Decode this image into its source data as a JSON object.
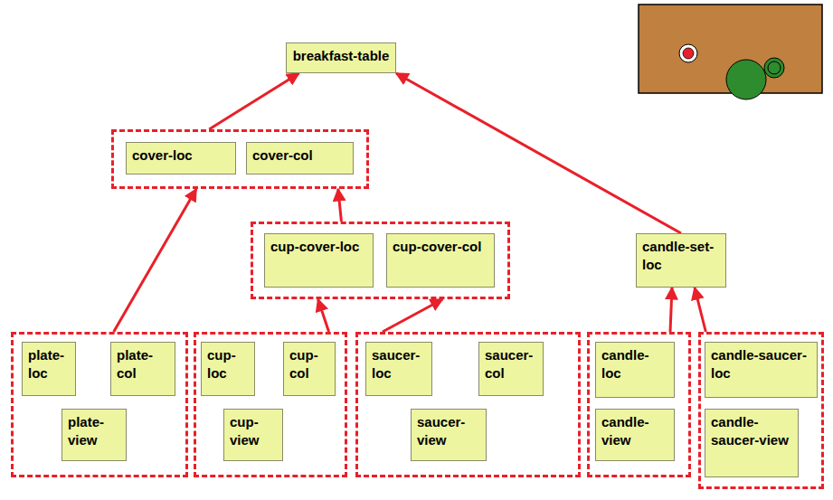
{
  "diagram": {
    "nodes": [
      {
        "text": [
          "breakfast-table"
        ]
      },
      {
        "text": []
      },
      {
        "text": [
          "cover-loc"
        ],
        "in": 1
      },
      {
        "text": [
          "cover-col"
        ],
        "in": 1
      },
      {
        "text": []
      },
      {
        "text": [
          "cup-cover-loc"
        ],
        "in": 4
      },
      {
        "text": [
          "cup-cover-col"
        ],
        "in": 4
      },
      {
        "text": [
          "candle-set-loc"
        ]
      },
      {
        "text": []
      },
      {
        "text": [
          "plate-loc"
        ],
        "in": 8
      },
      {
        "text": [
          "plate-col"
        ],
        "in": 8
      },
      {
        "text": [
          "plate-view"
        ],
        "in": 8
      },
      {
        "text": []
      },
      {
        "text": [
          "cup-loc"
        ],
        "in": 12
      },
      {
        "text": [
          "cup-col"
        ],
        "in": 12
      },
      {
        "text": [
          "cup-view"
        ],
        "in": 12
      },
      {
        "text": []
      },
      {
        "text": [
          "saucer-loc"
        ],
        "in": 16
      },
      {
        "text": [
          "saucer-col"
        ],
        "in": 16
      },
      {
        "text": [
          "saucer-view"
        ],
        "in": 16
      },
      {
        "text": []
      },
      {
        "text": [
          "candle-loc"
        ],
        "in": 20
      },
      {
        "text": [
          "candle-view"
        ],
        "in": 20
      },
      {
        "text": []
      },
      {
        "text": [
          "candle-saucer-loc"
        ],
        "in": 23
      },
      {
        "text": [
          "candle-saucer-view"
        ],
        "in": 23
      }
    ],
    "edges": [
      {
        "from": 1,
        "to": 0,
        "arrow": "to"
      },
      {
        "from": 7,
        "to": 0,
        "arrow": "to"
      },
      {
        "from": 8,
        "to": 1,
        "arrow": "to"
      },
      {
        "from": 4,
        "to": 1,
        "arrow": "to"
      },
      {
        "from": 12,
        "to": 4,
        "arrow": "to"
      },
      {
        "from": 16,
        "to": 4,
        "arrow": "to"
      },
      {
        "from": 20,
        "to": 7,
        "arrow": "to"
      },
      {
        "from": 23,
        "to": 7,
        "arrow": "to"
      }
    ]
  }
}
